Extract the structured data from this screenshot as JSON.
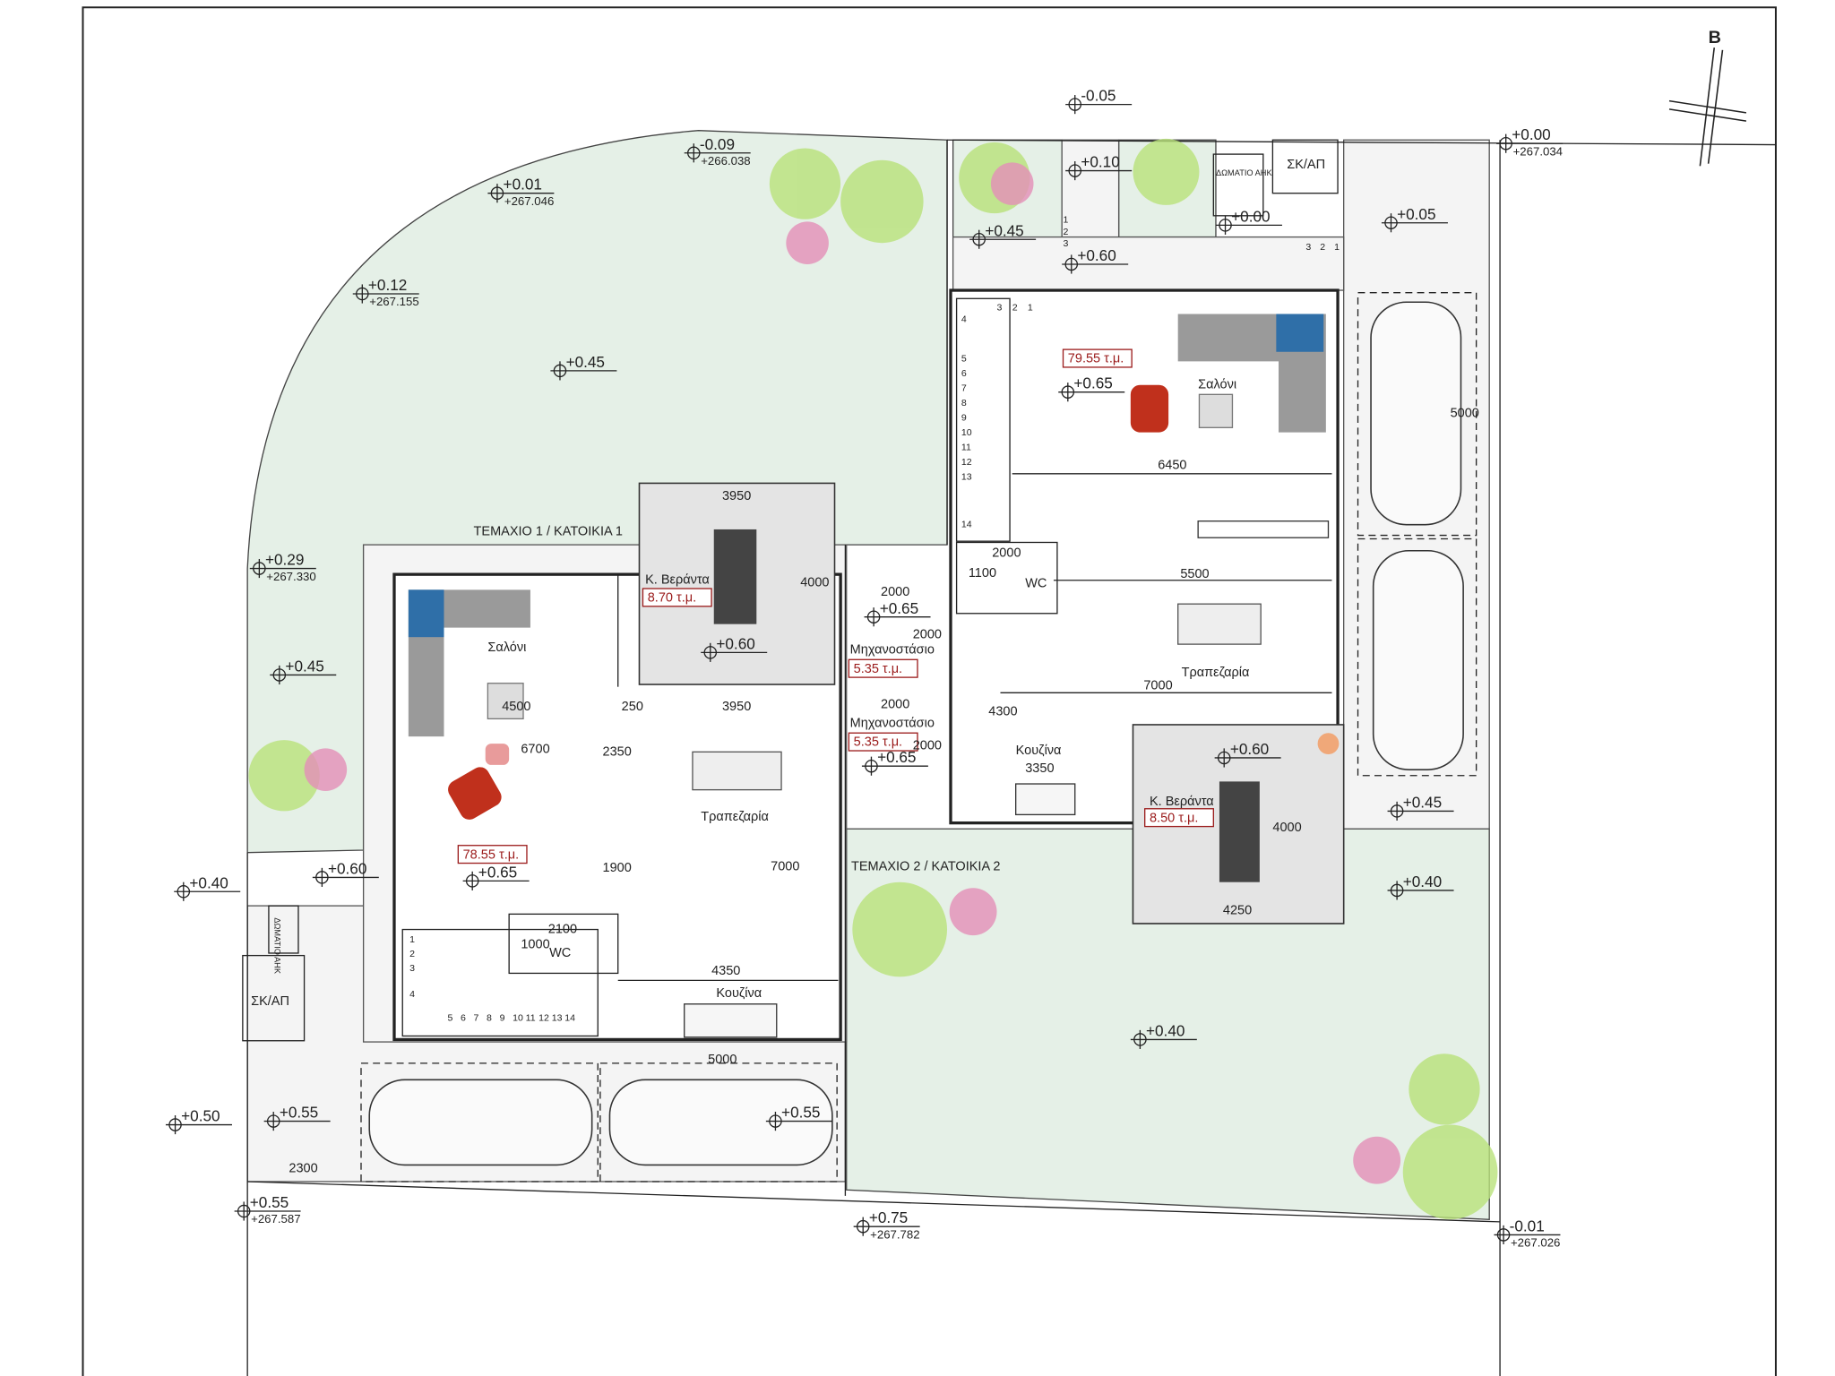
{
  "north_label": "B",
  "plots": [
    {
      "label": "ΤΕΜΑΧΙΟ 1 / ΚΑΤΟΙΚΙΑ 1"
    },
    {
      "label": "ΤΕΜΑΧΙΟ 2 / ΚΑΤΟΙΚΙΑ 2"
    }
  ],
  "levels": [
    {
      "value": "-0.05"
    },
    {
      "value": "+0.00",
      "elevation": "+267.034"
    },
    {
      "value": "-0.09",
      "elevation": "+266.038"
    },
    {
      "value": "+0.01",
      "elevation": "+267.046"
    },
    {
      "value": "+0.12",
      "elevation": "+267.155"
    },
    {
      "value": "+0.45"
    },
    {
      "value": "+0.29",
      "elevation": "+267.330"
    },
    {
      "value": "+0.45"
    },
    {
      "value": "+0.40"
    },
    {
      "value": "+0.60"
    },
    {
      "value": "+0.65"
    },
    {
      "value": "+0.50"
    },
    {
      "value": "+0.55"
    },
    {
      "value": "+0.55",
      "elevation": "+267.587"
    },
    {
      "value": "+0.75",
      "elevation": "+267.782"
    },
    {
      "value": "-0.01",
      "elevation": "+267.026"
    },
    {
      "value": "+0.55"
    },
    {
      "value": "+0.40"
    },
    {
      "value": "+0.40"
    },
    {
      "value": "+0.45"
    },
    {
      "value": "+0.05"
    },
    {
      "value": "+0.00"
    },
    {
      "value": "+0.10"
    },
    {
      "value": "+0.45"
    },
    {
      "value": "+0.60"
    },
    {
      "value": "+0.65"
    },
    {
      "value": "+0.60"
    },
    {
      "value": "+0.65"
    },
    {
      "value": "+0.65"
    },
    {
      "value": "+0.60"
    }
  ],
  "rooms": [
    "Σαλόνι",
    "Τραπεζαρία",
    "Κουζίνα",
    "WC",
    "Μηχανοστάσιο",
    "Μηχανοστάσιο",
    "Κ. Βεράντα",
    "Σαλόνι",
    "Τραπεζαρία",
    "Κουζίνα",
    "WC",
    "Κ. Βεράντα",
    "ΣΚ/ΑΠ",
    "ΣΚ/ΑΠ",
    "ΔΩΜΑΤΙΟ ΑΗΚ",
    "ΔΩΜΑΤΙΟ ΑΗΚ"
  ],
  "areas": [
    "78.55 τ.μ.",
    "8.70 τ.μ.",
    "5.35 τ.μ.",
    "5.35 τ.μ.",
    "79.55 τ.μ.",
    "8.50 τ.μ."
  ],
  "dimensions": [
    "3950",
    "4000",
    "2000",
    "2000",
    "2000",
    "2000",
    "4500",
    "250",
    "3950",
    "6700",
    "2350",
    "1900",
    "7000",
    "4350",
    "2100",
    "1000",
    "5000",
    "2300",
    "6450",
    "5500",
    "7000",
    "4300",
    "3350",
    "2000",
    "1100",
    "4000",
    "4250",
    "5000"
  ],
  "stairs": {
    "house1": [
      "1",
      "2",
      "3",
      "4",
      "5",
      "6",
      "7",
      "8",
      "9",
      "10",
      "11",
      "12",
      "13",
      "14"
    ],
    "house2": [
      "1",
      "2",
      "3",
      "4",
      "5",
      "6",
      "7",
      "8",
      "9",
      "10",
      "11",
      "12",
      "13",
      "14"
    ],
    "entry2_left": [
      "1",
      "2",
      "3"
    ],
    "entry2_right": [
      "3",
      "2",
      "1"
    ]
  },
  "colors": {
    "garden": "#e5f0e7",
    "area_label": "#9b1c1c",
    "sofa": "#9a9a9a",
    "armchair": "#c0301c",
    "cushion": "#2f6fa8"
  }
}
